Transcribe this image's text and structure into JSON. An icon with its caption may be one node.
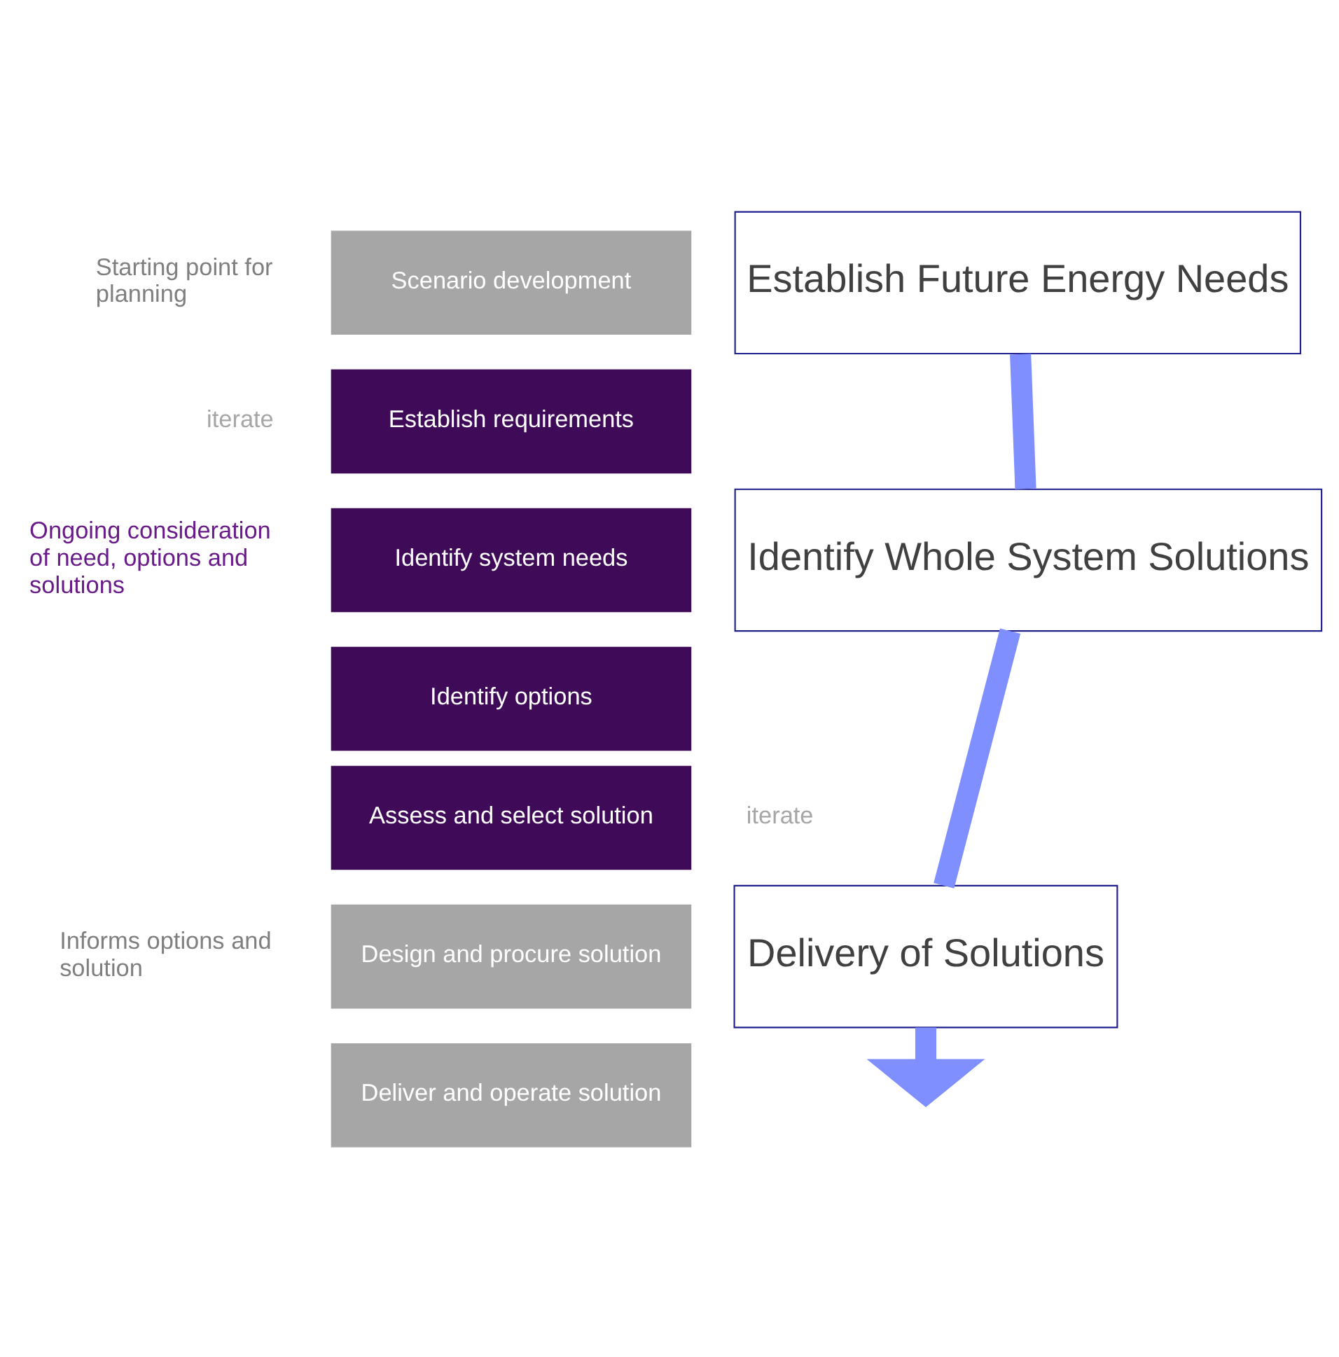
{
  "diagram": {
    "nodes": [
      {
        "text": [
          "Scenario development"
        ]
      },
      {
        "text": [
          "Establish requirements"
        ]
      },
      {
        "text": [
          "Identify system needs"
        ]
      },
      {
        "text": [
          "Identify options"
        ]
      },
      {
        "text": [
          "Assess and select solution"
        ]
      },
      {
        "text": [
          "Design and procure solution"
        ]
      },
      {
        "text": [
          "Deliver and operate solution"
        ]
      },
      {
        "text": [
          "Establish Future Energy Needs"
        ]
      },
      {
        "text": [
          "Identify Whole System Solutions"
        ]
      },
      {
        "text": [
          "Delivery of Solutions"
        ]
      }
    ],
    "edges": [
      {
        "from": 7,
        "to": 8,
        "arrow": "none"
      },
      {
        "from": 8,
        "to": 9,
        "arrow": "none"
      },
      {
        "from": 9,
        "to": null,
        "arrow": "to"
      }
    ],
    "labels": [
      "Starting point for planning",
      "iterate",
      "Ongoing consideration of need, options and solutions",
      "iterate",
      "Informs options and solution"
    ]
  }
}
